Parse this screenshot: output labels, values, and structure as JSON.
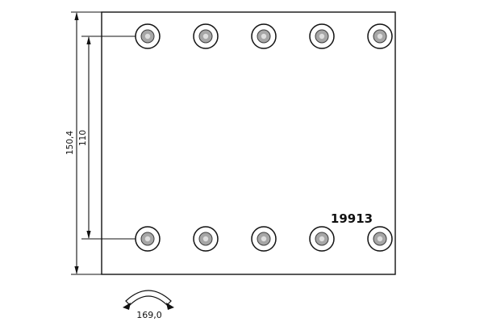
{
  "drawing": {
    "part_number": "19913",
    "dimensions": {
      "total_height": "150,4",
      "hole_span": "110",
      "arc_width": "169,0"
    }
  }
}
